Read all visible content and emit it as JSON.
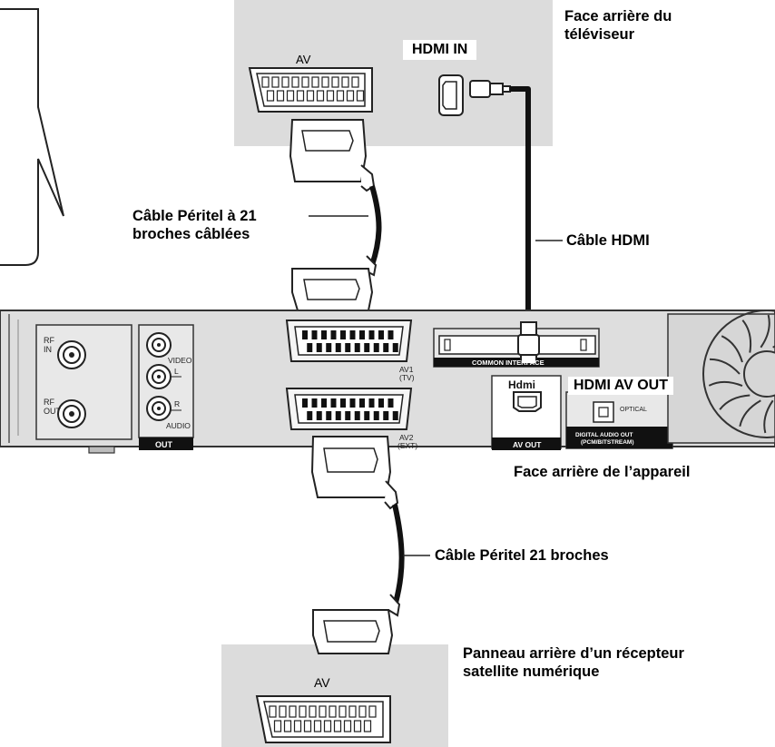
{
  "labels": {
    "tv_rear": [
      "Face arrière du",
      "téléviseur"
    ],
    "hdmi_in": "HDMI IN",
    "tv_av": "AV",
    "scart_wired": [
      "Câble Péritel à 21",
      "broches câblées"
    ],
    "hdmi_cable": "Câble HDMI",
    "hdmi_av_out": "HDMI AV OUT",
    "unit_rear": "Face arrière de l’appareil",
    "scart_cable": "Câble Péritel 21 broches",
    "sat_rear": [
      "Panneau arrière d’un récepteur",
      "satellite numérique"
    ],
    "sat_av": "AV"
  },
  "panel": {
    "rf_in": [
      "RF",
      "IN"
    ],
    "rf_out": [
      "RF",
      "OUT"
    ],
    "video": "VIDEO",
    "audio_l": "L",
    "audio_r": "R",
    "audio": "AUDIO",
    "out": "OUT",
    "av1": [
      "AV1",
      "(TV)"
    ],
    "av2": [
      "AV2",
      "(EXT)"
    ],
    "common_interface": "COMMON INTERFACE",
    "hdmi_logo": "Hdmi",
    "av_out": "AV OUT",
    "optical": "OPTICAL",
    "digital_audio_out": [
      "DIGITAL AUDIO OUT",
      "(PCM/BITSTREAM)"
    ]
  }
}
